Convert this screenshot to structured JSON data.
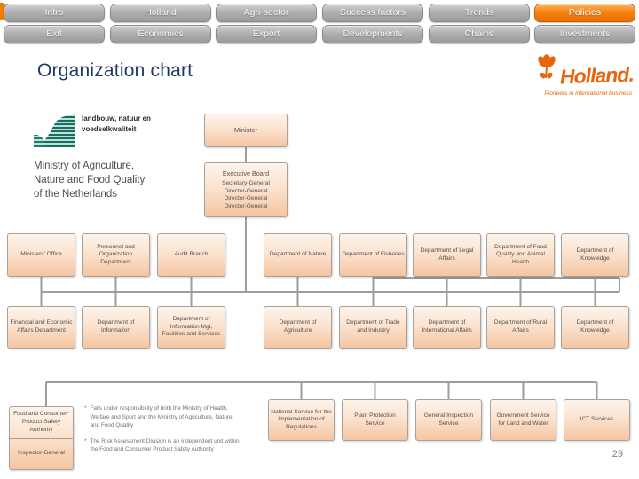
{
  "nav": {
    "rows": [
      {
        "items": [
          {
            "label": "Intro",
            "active": false
          },
          {
            "label": "Holland",
            "active": false
          },
          {
            "label": "Agri-sector",
            "active": false
          },
          {
            "label": "Success factors",
            "active": false
          },
          {
            "label": "Trends",
            "active": false
          },
          {
            "label": "Policies",
            "active": true
          }
        ]
      },
      {
        "items": [
          {
            "label": "Exit",
            "active": false
          },
          {
            "label": "Economics",
            "active": false
          },
          {
            "label": "Export",
            "active": false
          },
          {
            "label": "Developments",
            "active": false
          },
          {
            "label": "Chains",
            "active": false
          },
          {
            "label": "Investments",
            "active": false
          }
        ]
      }
    ]
  },
  "header": {
    "title": "Organization chart"
  },
  "brand": {
    "logo_text": "Holland.",
    "tagline": "Pioneers in international business",
    "accent_color": "#e8650d"
  },
  "ministry": {
    "logo_caption_lines": [
      "landbouw, natuur en",
      "voedselkwaliteit"
    ],
    "name_lines": [
      "Ministry of Agriculture,",
      "Nature and Food Quality",
      "of the Netherlands"
    ]
  },
  "org": {
    "minister": "Minister",
    "executive_board": {
      "title": "Executive Board",
      "members": [
        "Secretary-General",
        "Director-General",
        "Director-General",
        "Director-General"
      ]
    },
    "row1": [
      "Ministers' Office",
      "Personnel and Organization Department",
      "Audit Branch",
      "Department of Nature",
      "Department of Fisheries",
      "Department of Legal Affairs",
      "Department of Food Quality and Animal Health",
      "Department of Knowledge"
    ],
    "row2": [
      "Financial and Economic Affairs Department",
      "Department of Information",
      "Department of Information Mgt, Facilities and Services",
      "Department of Agriculture",
      "Department of Trade and Industry",
      "Department of International Affairs",
      "Department of Rural Affairs",
      "Department of Knowledge"
    ],
    "row3_left": {
      "top": "Food and Consumer* Product Safety Authority",
      "bottom": "Inspector-General"
    },
    "row3_right": [
      "National Service for the Implementation of Regulations",
      "Plant Protection Service",
      "General Inspection Service",
      "Government Service for Land and Water",
      "ICT Services"
    ],
    "note_marker": "*",
    "notes": [
      "Falls under responsibility of both the Ministry of Health, Welfare and Sport and the Ministry of Agriculture, Nature and Food Quality",
      "The Risk Assessment Division is an independent unit within the Food and Consumer Product Safety Authority"
    ]
  },
  "colors": {
    "nav_active": "#f47a00",
    "box_fill_bottom": "#f5c5a1",
    "connector": "#9e9e9e",
    "title": "#1f3864"
  },
  "footer": {
    "page_number": "29"
  }
}
